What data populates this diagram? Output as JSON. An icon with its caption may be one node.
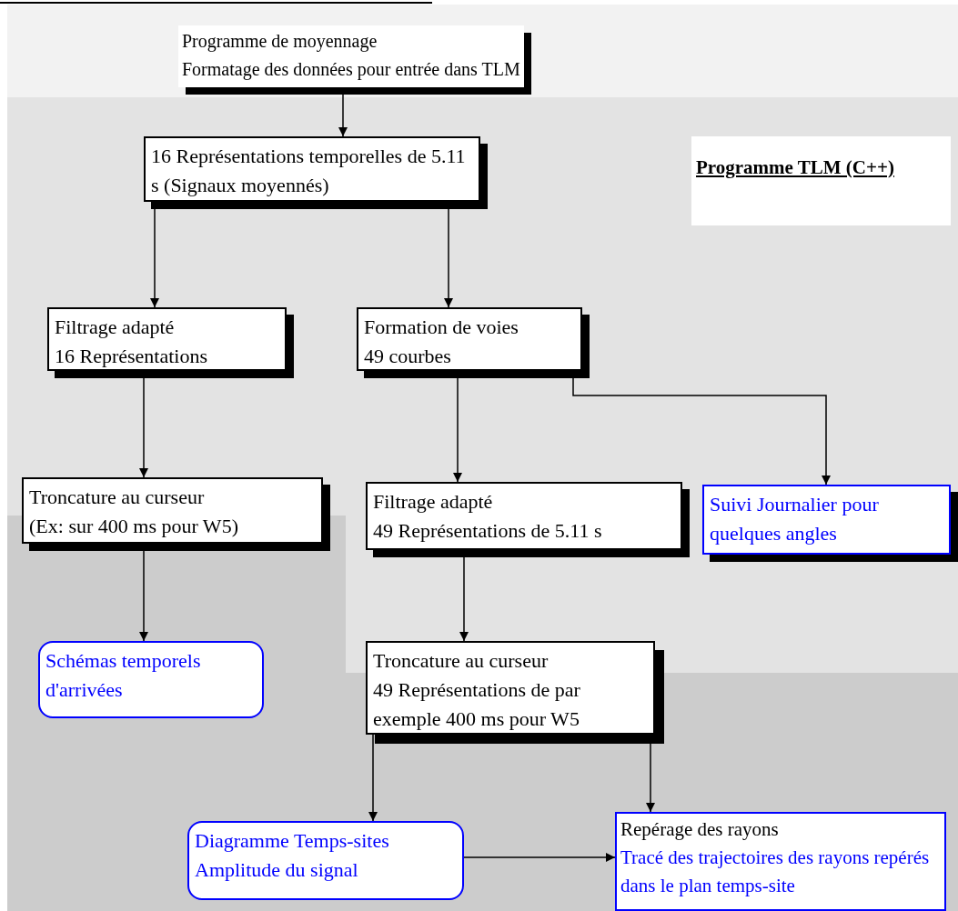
{
  "diagram": {
    "nodes": [
      {
        "text": [
          "Programme de moyennage",
          "Formatage des données pour entrée dans TLM"
        ]
      },
      {
        "text": [
          "16 Représentations temporelles de 5.11 s (Signaux moyennés)"
        ]
      },
      {
        "text": [
          "Filtrage adapté",
          "16 Représentations"
        ]
      },
      {
        "text": [
          "Formation de voies",
          "49 courbes"
        ]
      },
      {
        "text": [
          "Troncature au curseur",
          "(Ex: sur 400 ms pour W5)"
        ]
      },
      {
        "text": [
          "Filtrage adapté",
          "49 Représentations de  5.11 s"
        ]
      },
      {
        "text": [
          "Suivi Journalier pour quelques angles"
        ]
      },
      {
        "text": [
          "Schémas temporels d'arrivées"
        ]
      },
      {
        "text": [
          "Troncature au curseur",
          "49 Représentations de par exemple 400 ms pour W5"
        ]
      },
      {
        "text": [
          "Diagramme Temps-sites",
          "Amplitude du signal"
        ]
      },
      {
        "text": [
          "Repérage des rayons",
          "Tracé des trajectoires des rayons repérés dans le plan temps-site"
        ]
      }
    ],
    "edges": [
      {
        "from": 0,
        "to": 1,
        "arrow": "to"
      },
      {
        "from": 1,
        "to": 2,
        "arrow": "to"
      },
      {
        "from": 1,
        "to": 3,
        "arrow": "to"
      },
      {
        "from": 2,
        "to": 4,
        "arrow": "to"
      },
      {
        "from": 3,
        "to": 5,
        "arrow": "to"
      },
      {
        "from": 3,
        "to": 6,
        "arrow": "to"
      },
      {
        "from": 4,
        "to": 7,
        "arrow": "to"
      },
      {
        "from": 5,
        "to": 8,
        "arrow": "to"
      },
      {
        "from": 8,
        "to": 9,
        "arrow": "to"
      },
      {
        "from": 8,
        "to": 10,
        "arrow": "to"
      },
      {
        "from": 9,
        "to": 10,
        "arrow": "to"
      }
    ],
    "labels": [
      "Programme TLM (C++)"
    ]
  }
}
